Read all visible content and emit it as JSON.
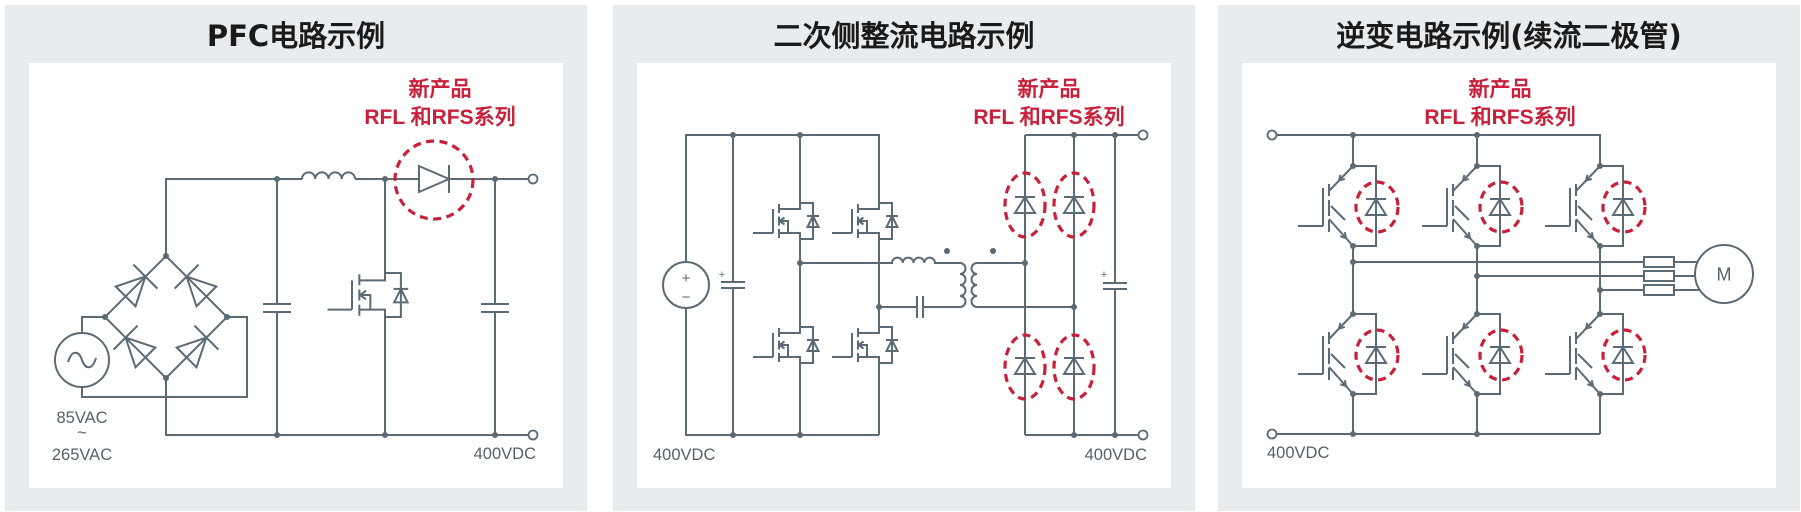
{
  "colors": {
    "panel_bg": "#e9ecef",
    "wire": "#5b6b75",
    "highlight": "#c8203a",
    "title": "#1a1a1a",
    "label": "#55616a"
  },
  "panels": [
    {
      "title": "PFC电路示例",
      "callout": {
        "line1": "新产品",
        "line2": "RFL 和RFS系列"
      },
      "labels": {
        "input_line1": "85VAC",
        "input_range_sep": "~",
        "input_line2": "265VAC",
        "output": "400VDC"
      }
    },
    {
      "title": "二次侧整流电路示例",
      "callout": {
        "line1": "新产品",
        "line2": "RFL 和RFS系列"
      },
      "labels": {
        "input": "400VDC",
        "output": "400VDC",
        "source_plus": "+",
        "source_minus": "−",
        "cap_plus": "+"
      }
    },
    {
      "title": "逆变电路示例(续流二极管)",
      "callout": {
        "line1": "新产品",
        "line2": "RFL 和RFS系列"
      },
      "labels": {
        "dc_bus": "400VDC",
        "motor": "M"
      }
    }
  ]
}
